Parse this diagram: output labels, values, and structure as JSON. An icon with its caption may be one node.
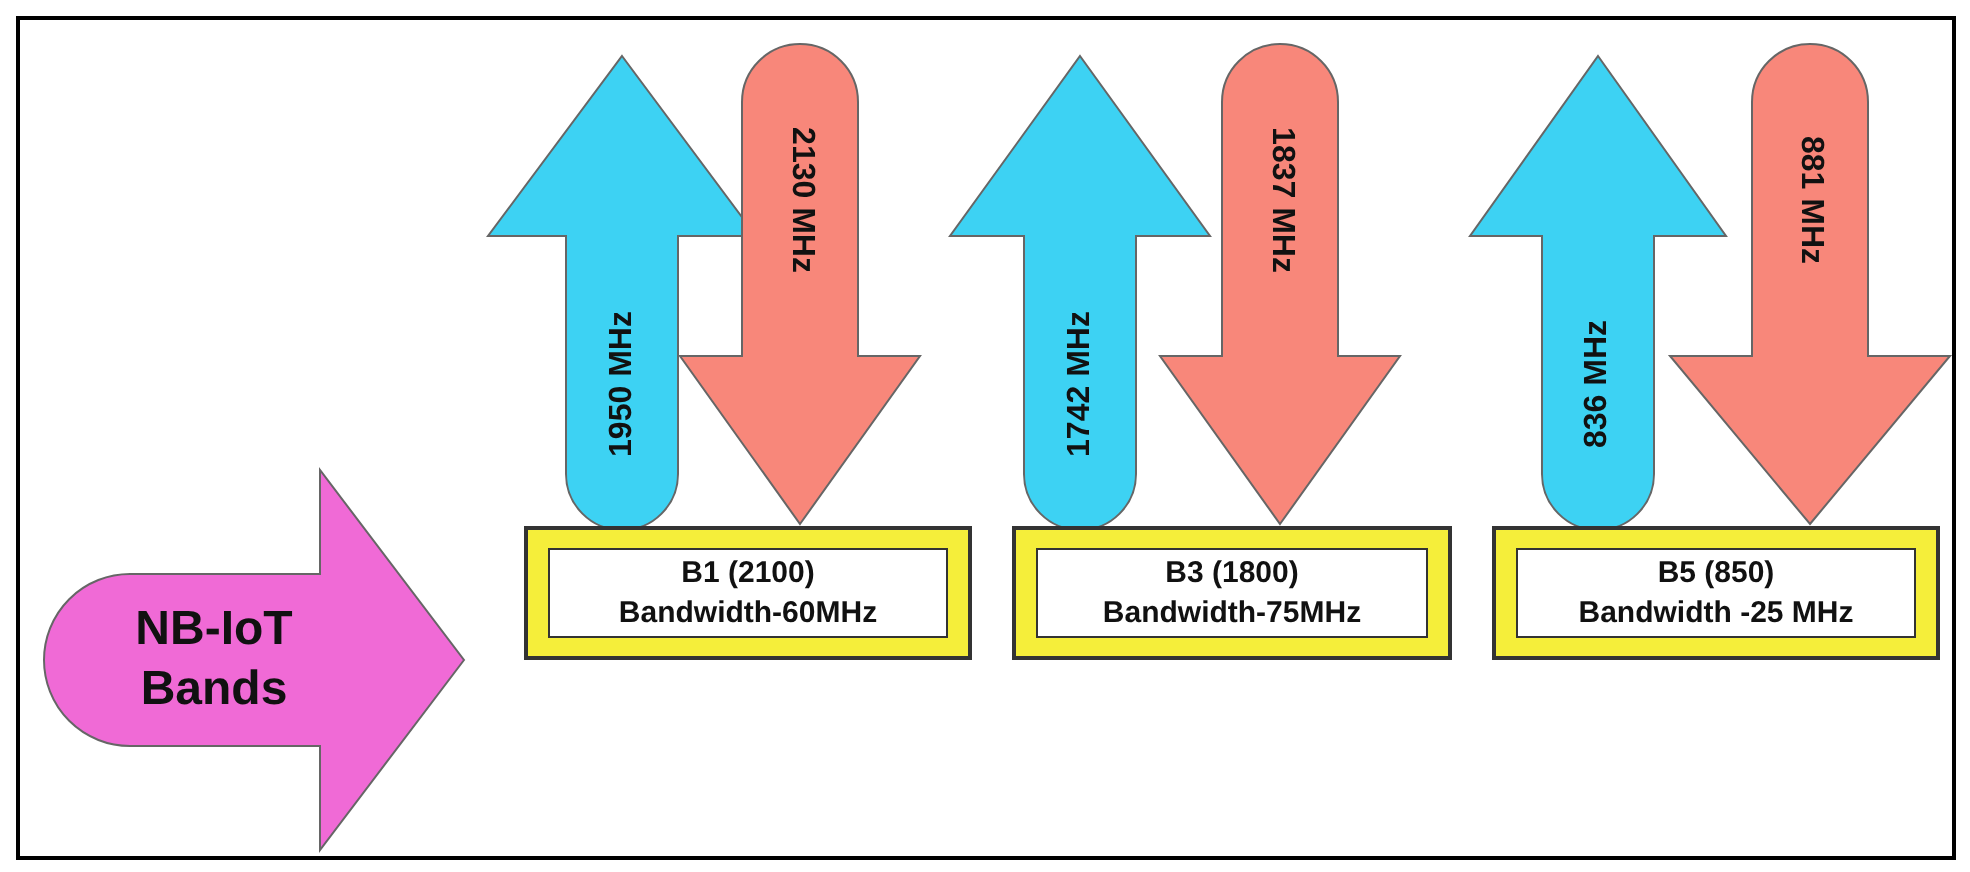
{
  "diagram": {
    "nodes": [
      {
        "text": [
          "1950 MHz"
        ]
      },
      {
        "text": [
          "2130 MHz"
        ]
      },
      {
        "text": [
          "1742 MHz"
        ]
      },
      {
        "text": [
          "1837 MHz"
        ]
      },
      {
        "text": [
          "836 MHz"
        ]
      },
      {
        "text": [
          "881 MHz"
        ]
      },
      {
        "text": [
          "NB-IoT Bands"
        ]
      },
      {
        "text": [
          "B1 (2100)",
          "Bandwidth-60MHz"
        ]
      },
      {
        "text": [
          "B3 (1800)",
          "Bandwidth-75MHz"
        ]
      },
      {
        "text": [
          "B5 (850)",
          "Bandwidth -25 MHz"
        ]
      }
    ]
  }
}
